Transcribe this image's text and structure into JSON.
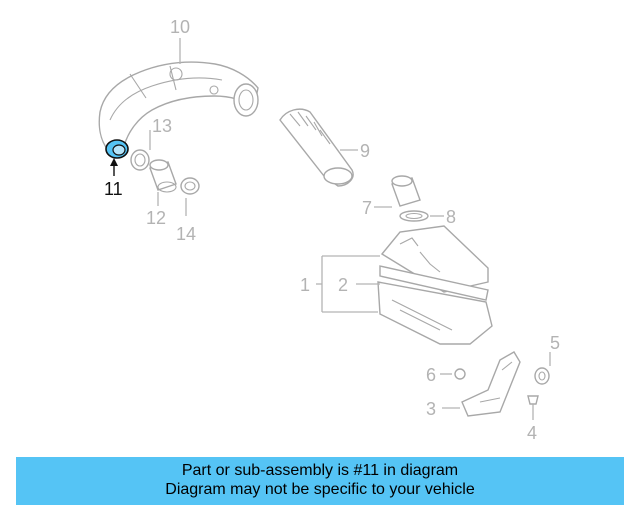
{
  "diagram": {
    "highlight_color": "#55c4f5",
    "callouts": {
      "c1": "1",
      "c2": "2",
      "c3": "3",
      "c4": "4",
      "c5": "5",
      "c6": "6",
      "c7": "7",
      "c8": "8",
      "c9": "9",
      "c10": "10",
      "c11": "11",
      "c12": "12",
      "c13": "13",
      "c14": "14"
    },
    "highlighted_part": "11"
  },
  "banner": {
    "line1": "Part or sub-assembly is #11 in diagram",
    "line2": "Diagram may not be specific to your vehicle",
    "background": "#55c4f5"
  }
}
